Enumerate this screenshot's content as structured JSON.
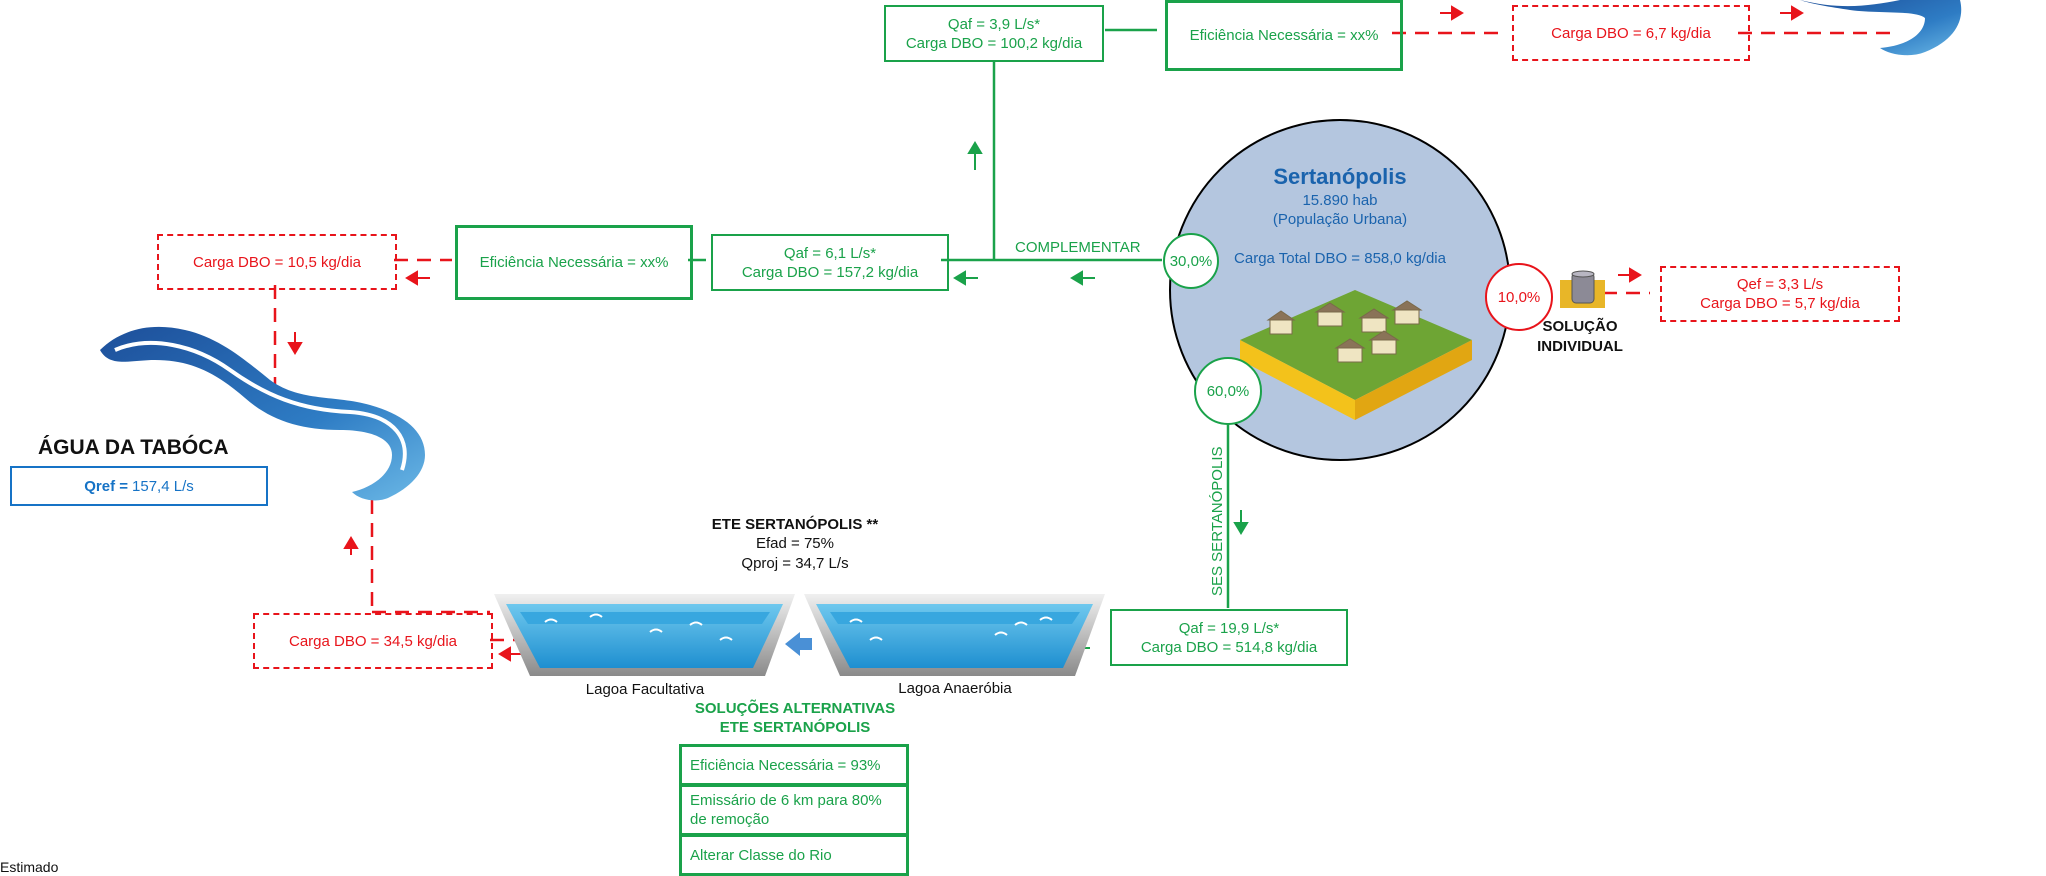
{
  "colors": {
    "green": "#1aa24a",
    "red": "#e8141b",
    "blue": "#1a63ad",
    "city_fill": "#b4c6df"
  },
  "top": {
    "flow_line1": "Qaf = 3,9 L/s*",
    "flow_line2": "Carga DBO = 100,2 kg/dia",
    "efficiency": "Eficiência Necessária  = xx%",
    "load": "Carga DBO = 6,7 kg/dia"
  },
  "left": {
    "load": "Carga DBO = 10,5 kg/dia",
    "efficiency": "Eficiência Necessária  = xx%",
    "flow_line1": "Qaf = 6,1 L/s*",
    "flow_line2": "Carga DBO = 157,2 kg/dia",
    "channel_label": "COMPLEMENTAR"
  },
  "river": {
    "name": "ÁGUA DA TABÓCA",
    "qref_label": "Qref =",
    "qref_value": "157,4 L/s"
  },
  "city": {
    "name": "Sertanópolis",
    "population": "15.890 hab",
    "population_type": "(População Urbana)",
    "total_load": "Carga Total DBO = 858,0 kg/dia"
  },
  "shares": {
    "complementar": "30,0%",
    "ses": "60,0%",
    "individual": "10,0%"
  },
  "individual": {
    "label_line1": "SOLUÇÃO",
    "label_line2": "INDIVIDUAL",
    "flow_line1": "Qef = 3,3 L/s",
    "flow_line2": "Carga DBO = 5,7 kg/dia"
  },
  "ses": {
    "channel_label": "SES SERTANÓPOLIS",
    "flow_line1": "Qaf = 19,9 L/s*",
    "flow_line2": "Carga DBO = 514,8 kg/dia"
  },
  "ete": {
    "title": "ETE SERTANÓPOLIS **",
    "efad": "Efad = 75%",
    "qproj": "Qproj = 34,7 L/s",
    "pond1": "Lagoa Facultativa",
    "pond2": "Lagoa Anaeróbia",
    "out_load": "Carga DBO = 34,5 kg/dia"
  },
  "alternatives": {
    "title_line1": "SOLUÇÕES ALTERNATIVAS",
    "title_line2": "ETE SERTANÓPOLIS",
    "items": [
      "Eficiência Necessária = 93%",
      "Emissário de 6 km para 80% de remoção",
      "Alterar Classe do Rio"
    ]
  },
  "footnote": "Estimado"
}
